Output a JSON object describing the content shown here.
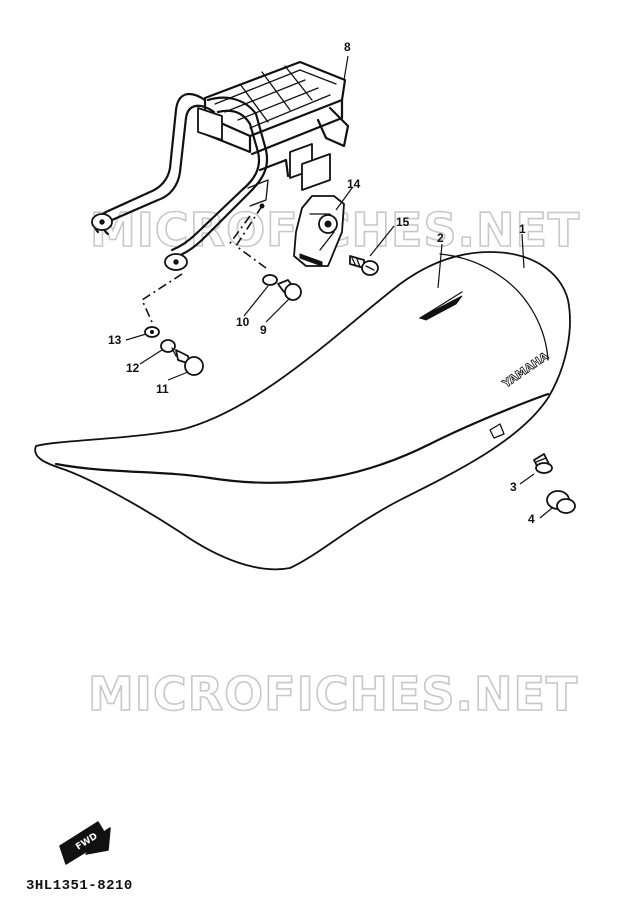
{
  "watermarks": [
    "MICROFICHES.NET",
    "MICROFICHES.NET"
  ],
  "brand_text": "YAMAHA",
  "fwd_label": "FWD",
  "reference_code": "3HL1351-8210",
  "callouts": [
    "1",
    "2",
    "3",
    "4",
    "8",
    "9",
    "10",
    "11",
    "12",
    "13",
    "14",
    "15"
  ]
}
